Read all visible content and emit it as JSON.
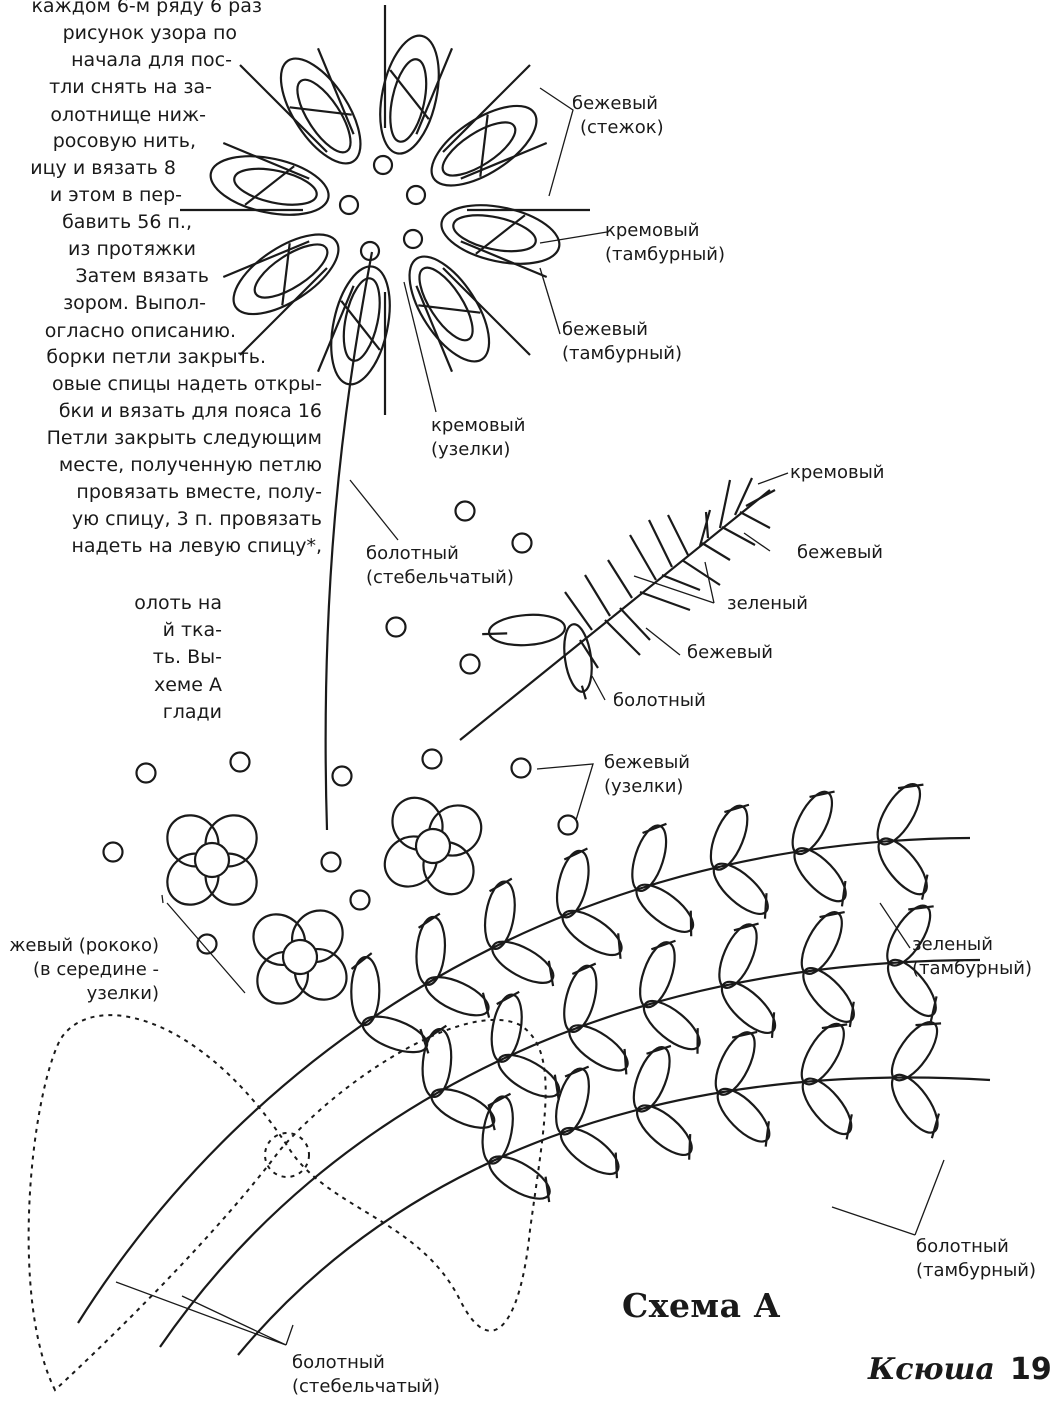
{
  "text_lines": [
    "каждом 6-м ряду 6 раз",
    "рисунок узора по",
    "начала для пос-",
    "тли снять на за-",
    "олотнище ниж-",
    "росовую нить,",
    "ицу и вязать 8",
    "и этом в пер-",
    "бавить 56 п.,",
    "из протяжки",
    "Затем вязать",
    "зором. Выпол-",
    "огласно описанию.",
    "борки петли закрыть.",
    "овые спицы надеть откры-",
    "бки и вязать для пояса 16",
    "Петли закрыть следующим",
    "месте, полученную петлю",
    "провязать вместе, полу-",
    "ую спицу, 3 п. провязать",
    "надеть на левую спицу*,",
    "",
    "олоть на",
    "й тка-",
    "ть. Вы-",
    "хеме А",
    "глади"
  ],
  "labels": {
    "beige_stitch": [
      "бежевый",
      "(стежок)"
    ],
    "cream_chain": [
      "кремовый",
      "(тамбурный)"
    ],
    "beige_chain": [
      "бежевый",
      "(тамбурный)"
    ],
    "cream_knots": [
      "кремовый",
      "(узелки)"
    ],
    "cream": "кремовый",
    "beige_1": "бежевый",
    "green": "зеленый",
    "beige_2": "бежевый",
    "swamp": "болотный",
    "swamp_stem_top": [
      "болотный",
      "(стебельчатый)"
    ],
    "beige_knots": [
      "бежевый",
      "(узелки)"
    ],
    "beige_rococo": [
      "жевый (рококо)",
      "(в середине -",
      "узелки)"
    ],
    "green_chain": [
      "зеленый",
      "(тамбурный)"
    ],
    "swamp_chain": [
      "болотный",
      "(тамбурный)"
    ],
    "swamp_stem_bottom": [
      "болотный",
      "(стебельчатый)"
    ]
  },
  "scheme_title": "Схема А",
  "footer": {
    "magazine": "Ксюша",
    "page_number": "19"
  },
  "colors": {
    "ink": "#1a1a1a",
    "paper": "#ffffff"
  }
}
